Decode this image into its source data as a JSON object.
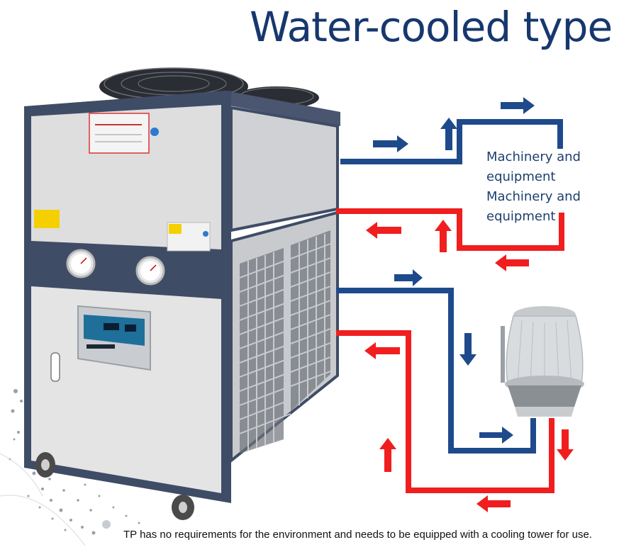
{
  "title": "Water-cooled type",
  "labels": {
    "machinery_line1": "Machinery and equipment",
    "machinery_line2": "Machinery and equipment"
  },
  "caption": "TP has no requirements for the environment and needs to be equipped with a cooling tower for use.",
  "colors": {
    "title": "#17376e",
    "supply_pipe": "#1e4a8c",
    "return_pipe": "#f01e1e",
    "chiller_frame": "#3f4c66",
    "chiller_panel": "#dedede"
  },
  "icons": [
    "chiller-unit-icon",
    "cooling-tower-icon",
    "flow-arrow-icon",
    "pressure-gauge-icon",
    "fan-icon"
  ]
}
